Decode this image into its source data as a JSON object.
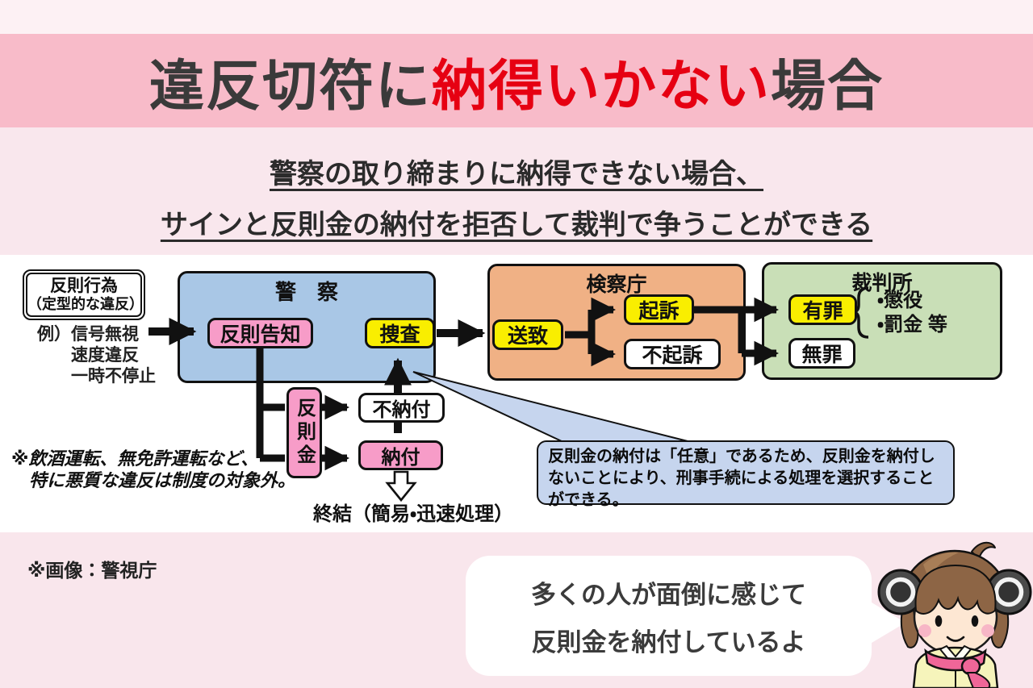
{
  "colors": {
    "banner_pink": "#f8bbc9",
    "page_top": "#fdf1f4",
    "page_mid": "#f9e7ed",
    "band_white": "#ffffff",
    "page_bottom": "#f9e6ec",
    "title_dark": "#3a3a3a",
    "title_red": "#e60012",
    "police_blue": "#a9c7e6",
    "prosecutor_orange": "#f0b185",
    "court_green": "#c9dfb7",
    "yellow": "#f9ee00",
    "pink_node": "#f79cc8",
    "callout_blue": "#c6d5ee",
    "ink": "#111111"
  },
  "header": {
    "title_prefix": "違反切符に",
    "title_highlight": "納得いかない",
    "title_suffix": "場合",
    "lead_line1": "警察の取り締まりに納得できない場合、",
    "lead_line2": "サインと反則金の納付を拒否して裁判で争うことができる"
  },
  "flowchart": {
    "offense_line1": "反則行為",
    "offense_line2": "（定型的な違反）",
    "examples_prefix": "例）",
    "example1": "信号無視",
    "example2": "速度違反",
    "example3": "一時不停止",
    "police_label": "警　察",
    "notice": "反則告知",
    "investigation": "捜査",
    "prosecutor_label": "検察庁",
    "send": "送致",
    "indictment": "起訴",
    "non_indictment": "不起訴",
    "court_label": "裁判所",
    "guilty": "有罪",
    "not_guilty": "無罪",
    "penalty1": "・懲役",
    "penalty2": "・罰金 等",
    "fine": "反則金",
    "non_payment": "不納付",
    "payment": "納付",
    "settlement": "終結（簡易・迅速処理）",
    "exclusion_line1": "※飲酒運転、無免許運転など、",
    "exclusion_line2": "特に悪質な違反は制度の対象外。",
    "callout_note": "反則金の納付は「任意」であるため、反則金を納付しないことにより、刑事手続による処理を選択することができる。"
  },
  "footer": {
    "credit": "※画像：警視庁",
    "bubble_line1": "多くの人が面倒に感じて",
    "bubble_line2": "反則金を納付しているよ"
  }
}
